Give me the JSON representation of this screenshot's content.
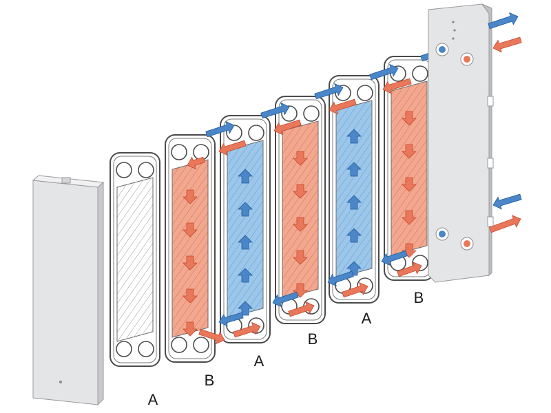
{
  "diagram": {
    "plate_labels": [
      "A",
      "B",
      "A",
      "B",
      "A",
      "B"
    ],
    "colors": {
      "hot": "#e9785a",
      "hot_light": "#f6c3ae",
      "hot_dark": "#c7472d",
      "cold": "#4a86c8",
      "cold_light": "#a9d0ec",
      "cold_dark": "#1f5c9c",
      "plate_frame": "#4a4a4a",
      "frame_plate": "#e6e6e8",
      "frame_shadow": "#bfc0c4"
    },
    "icons": [
      "hot-flow-arrow-icon",
      "cold-flow-arrow-icon",
      "port-icon"
    ]
  }
}
